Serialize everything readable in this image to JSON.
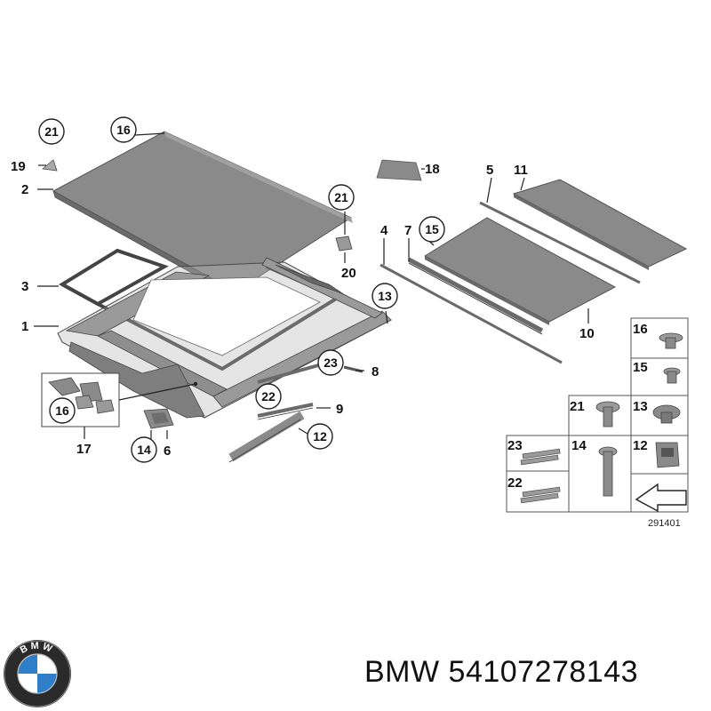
{
  "brand": {
    "name": "BMW",
    "part_number": "54107278143",
    "logo_letters": "BMW"
  },
  "diagram": {
    "reference_number": "291401",
    "labels": {
      "l1": "1",
      "l2": "2",
      "l3": "3",
      "l4": "4",
      "l5": "5",
      "l6": "6",
      "l7": "7",
      "l8": "8",
      "l9": "9",
      "l10": "10",
      "l11": "11",
      "l12": "12",
      "l13": "13",
      "l14": "14",
      "l15": "15",
      "l16": "16",
      "l17": "17",
      "l18": "18",
      "l19": "19",
      "l20": "20",
      "l21": "21",
      "l22": "22",
      "l23": "23"
    }
  },
  "colors": {
    "panel": "#8a8a8a",
    "frame": "#b5b5b5",
    "ink": "#111111",
    "bmw_blue": "#2f7fc8"
  }
}
